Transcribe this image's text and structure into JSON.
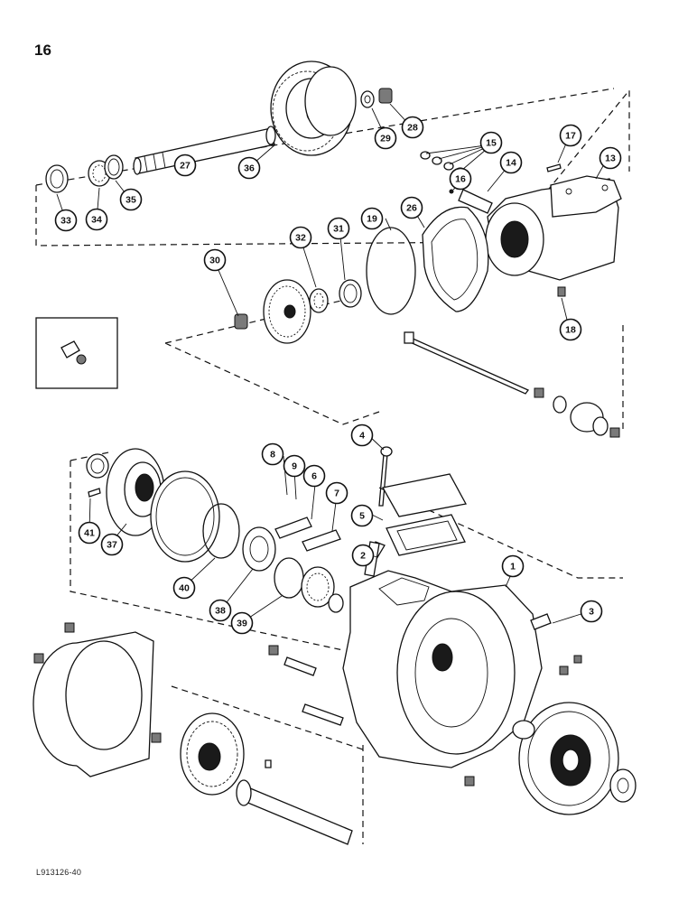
{
  "page_number": "16",
  "figure_code": "L913126-40",
  "callouts": [
    "1",
    "2",
    "3",
    "4",
    "5",
    "6",
    "7",
    "8",
    "9",
    "13",
    "14",
    "15",
    "16",
    "17",
    "18",
    "19",
    "26",
    "27",
    "28",
    "29",
    "30",
    "31",
    "32",
    "33",
    "34",
    "35",
    "36",
    "37",
    "38",
    "39",
    "40",
    "41"
  ]
}
